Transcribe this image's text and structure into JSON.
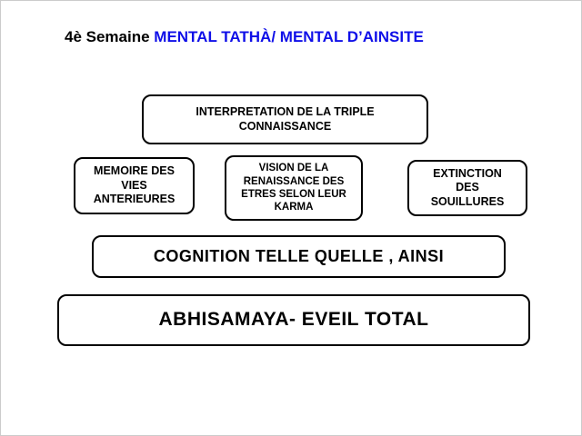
{
  "title": {
    "prefix": "4è Semaine ",
    "highlight": "MENTAL TATHÀ/ MENTAL D’AINSITE"
  },
  "colors": {
    "title_highlight": "#0f0fe8",
    "box_border": "#000000",
    "background": "#ffffff",
    "text": "#000000"
  },
  "boxes": {
    "interpretation": "INTERPRETATION DE LA TRIPLE\nCONNAISSANCE",
    "memoire": "MEMOIRE DES\nVIES\nANTERIEURES",
    "vision": "VISION DE LA\nRENAISSANCE DES\nETRES SELON LEUR\nKARMA",
    "extinction": "EXTINCTION\nDES\nSOUILLURES",
    "cognition": "COGNITION TELLE QUELLE , AINSI",
    "abhisamaya": "ABHISAMAYA- EVEIL TOTAL"
  }
}
